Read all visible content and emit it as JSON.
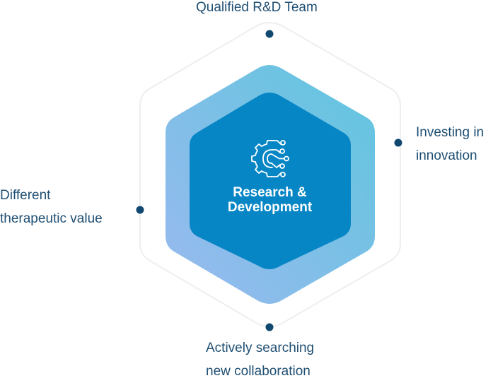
{
  "diagram": {
    "center": {
      "title_line1": "Research &",
      "title_line2": "Development",
      "icon": "gear-circuit-icon"
    },
    "labels": {
      "top": "Qualified R&D Team",
      "right_line1": "Investing in",
      "right_line2": "innovation",
      "left_line1": "Different",
      "left_line2": "therapeutic value",
      "bottom_line1": "Actively searching",
      "bottom_line2": "new collaboration"
    }
  },
  "colors": {
    "outline": "#eeeeee",
    "gradient_start": "#9ab9ef",
    "gradient_end": "#5fc6de",
    "inner_fill": "#0786c6",
    "dot": "#11486f",
    "label_text": "#1f4f73"
  }
}
